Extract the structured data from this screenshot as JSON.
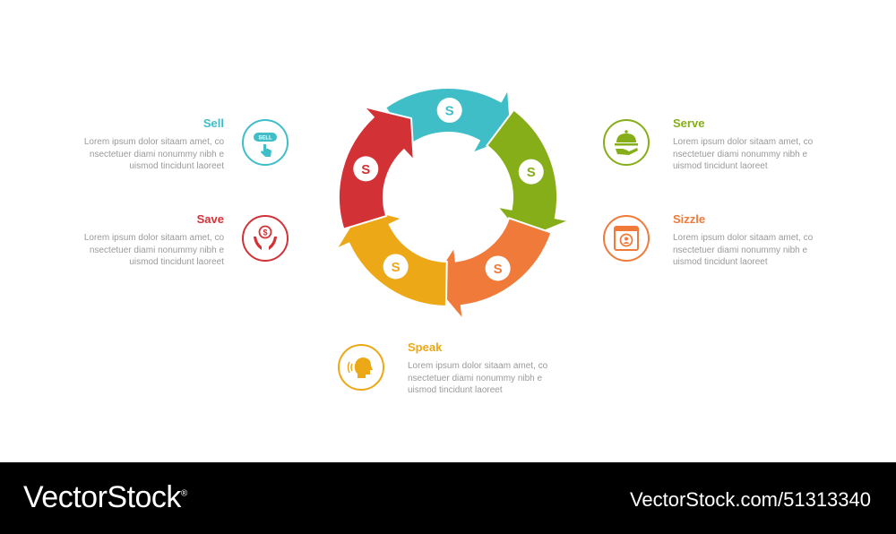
{
  "colors": {
    "sell": "#40bec8",
    "serve": "#86ae19",
    "sizzle": "#f07a3a",
    "speak": "#eca817",
    "save": "#d23236",
    "text_gray": "#9a9a9a"
  },
  "cycle": {
    "segment_label": "S"
  },
  "items": {
    "sell": {
      "title": "Sell",
      "desc": [
        "Lorem ipsum dolor sitaam amet, co",
        "nsectetuer diami nonummy  nibh e",
        "uismod tincidunt laoreet"
      ],
      "icon": "sell-button-hand-icon",
      "badge_text": "SELL"
    },
    "save": {
      "title": "Save",
      "desc": [
        "Lorem ipsum dolor sitaam amet, co",
        "nsectetuer diami nonummy  nibh e",
        "uismod tincidunt laoreet"
      ],
      "icon": "hands-coin-icon",
      "coin_symbol": "$"
    },
    "serve": {
      "title": "Serve",
      "desc": [
        "Lorem ipsum dolor sitaam amet, co",
        "nsectetuer diami nonummy  nibh e",
        "uismod tincidunt laoreet"
      ],
      "icon": "serving-cloche-icon"
    },
    "sizzle": {
      "title": "Sizzle",
      "desc": [
        "Lorem ipsum dolor sitaam amet, co",
        "nsectetuer diami nonummy  nibh e",
        "uismod tincidunt laoreet"
      ],
      "icon": "browser-profile-icon"
    },
    "speak": {
      "title": "Speak",
      "desc": [
        "Lorem ipsum dolor sitaam amet, co",
        "nsectetuer diami nonummy  nibh e",
        "uismod tincidunt laoreet"
      ],
      "icon": "speaking-head-icon"
    }
  },
  "footer": {
    "brand": "VectorStock",
    "registered": "®",
    "credit": "VectorStock.com/51313340"
  }
}
